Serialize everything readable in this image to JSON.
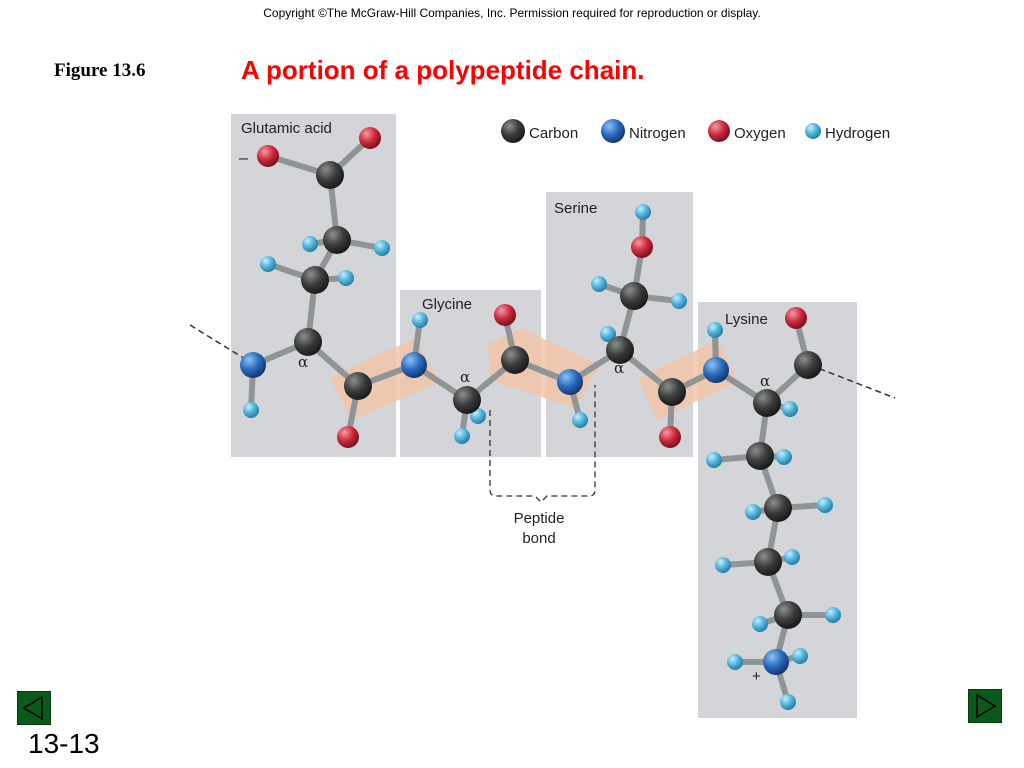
{
  "header": {
    "copyright": "Copyright ©The McGraw-Hill Companies, Inc.  Permission required for reproduction or display.",
    "figure_label": "Figure 13.6",
    "title": "A portion of a polypeptide chain."
  },
  "legend": {
    "carbon": "Carbon",
    "nitrogen": "Nitrogen",
    "oxygen": "Oxygen",
    "hydrogen": "Hydrogen"
  },
  "colors": {
    "carbon": "#3a3d3c",
    "nitrogen": "#2a6bbf",
    "oxygen": "#cc2a3c",
    "hydrogen": "#4fb4dc",
    "panel": "#d3d5d9",
    "bond_plane": "#f2c4a8",
    "title": "#ff0000",
    "nav": "#0a5a1a"
  },
  "residues": {
    "glutamic_acid": "Glutamic acid",
    "glycine": "Glycine",
    "serine": "Serine",
    "lysine": "Lysine"
  },
  "symbols": {
    "alpha": "α",
    "minus": "–",
    "plus": "+"
  },
  "peptide_bond_label": [
    "Peptide",
    "bond"
  ],
  "footer": {
    "slide_number": "13-13"
  }
}
